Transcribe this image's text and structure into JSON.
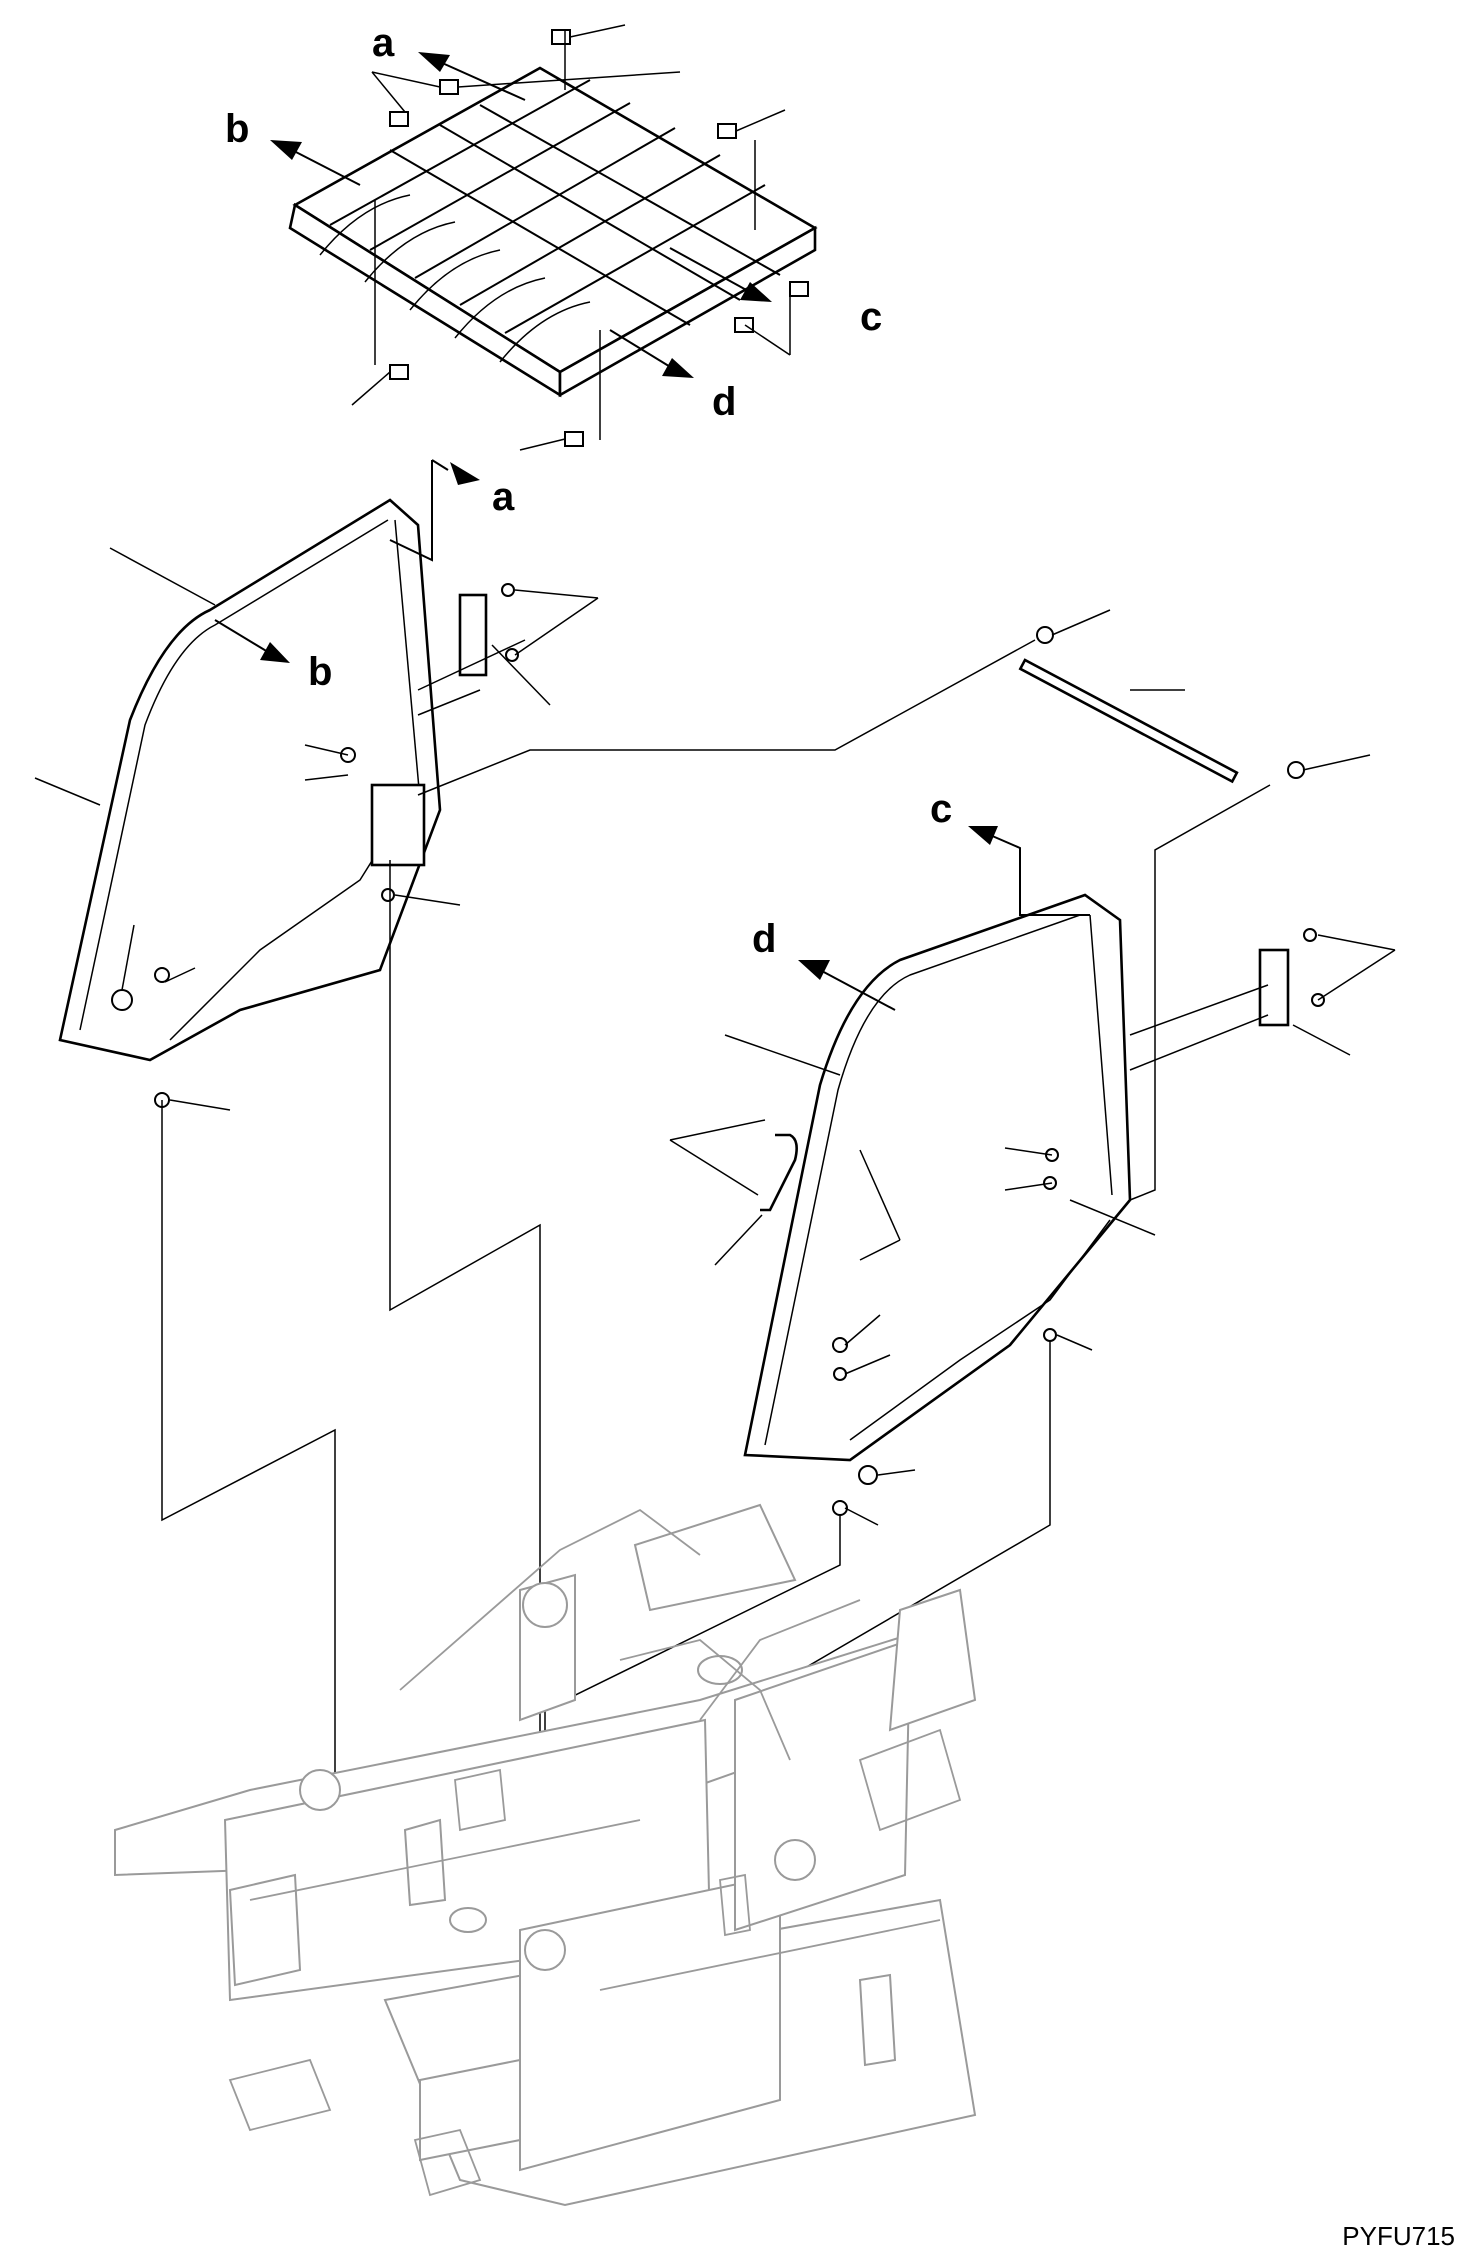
{
  "figure": {
    "code": "PYFU715",
    "callout_letters": [
      "a",
      "b",
      "c",
      "d",
      "a",
      "b",
      "c",
      "d"
    ]
  },
  "colors": {
    "line": "#000000",
    "ghost_frame": "#9a9a9a",
    "background": "#ffffff"
  }
}
